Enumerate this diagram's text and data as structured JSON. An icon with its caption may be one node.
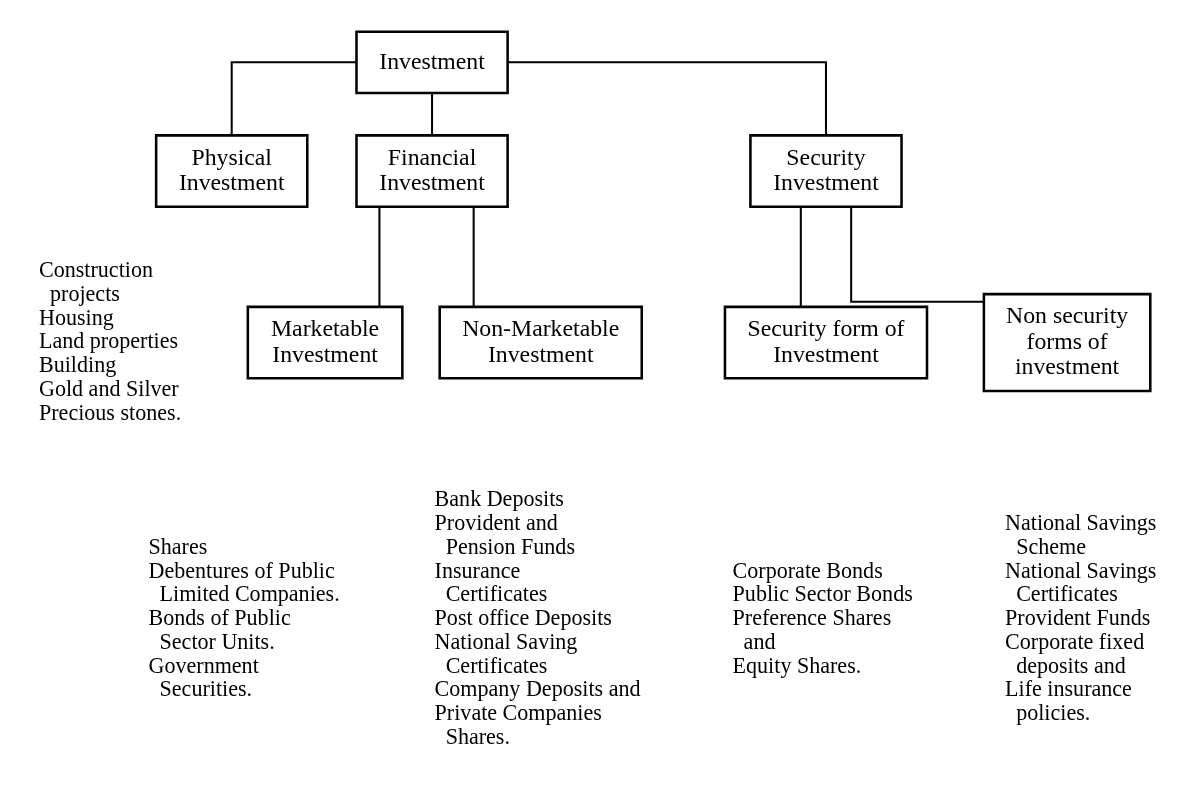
{
  "diagram": {
    "nodes": [
      {
        "text": [
          "Investment"
        ]
      },
      {
        "text": [
          "Physical Investment"
        ],
        "beside": [
          "Construction projects",
          "Housing",
          "Land properties",
          "Building",
          "Gold and Silver",
          "Precious stones."
        ]
      },
      {
        "text": [
          "Financial Investment"
        ]
      },
      {
        "text": [
          "Security Investment"
        ]
      },
      {
        "text": [
          "Marketable Investment"
        ],
        "beside": [
          "Shares",
          "Debentures of Public Limited Companies.",
          "Bonds of Public Sector Units.",
          "Government Securities."
        ]
      },
      {
        "text": [
          "Non-Marketable Investment"
        ],
        "beside": [
          "Bank Deposits",
          "Provident and Pension Funds",
          "Insurance Certificates",
          "Post office Deposits",
          "National Saving Certificates",
          "Company Deposits and",
          "Private Companies Shares."
        ]
      },
      {
        "text": [
          "Security form of Investment"
        ],
        "beside": [
          "Corporate Bonds",
          "Public Sector Bonds",
          "Preference Shares and",
          "Equity Shares."
        ]
      },
      {
        "text": [
          "Non security forms of investment"
        ],
        "beside": [
          "National Savings Scheme",
          "National Savings Certificates",
          "Provident Funds",
          "Corporate fixed deposits and",
          "Life insurance policies."
        ]
      }
    ],
    "edges": [
      {
        "from": 0,
        "to": 1,
        "arrow": "none"
      },
      {
        "from": 0,
        "to": 2,
        "arrow": "none"
      },
      {
        "from": 0,
        "to": 3,
        "arrow": "none"
      },
      {
        "from": 2,
        "to": 4,
        "arrow": "none"
      },
      {
        "from": 2,
        "to": 5,
        "arrow": "none"
      },
      {
        "from": 3,
        "to": 6,
        "arrow": "none"
      },
      {
        "from": 3,
        "to": 7,
        "arrow": "none"
      }
    ]
  }
}
